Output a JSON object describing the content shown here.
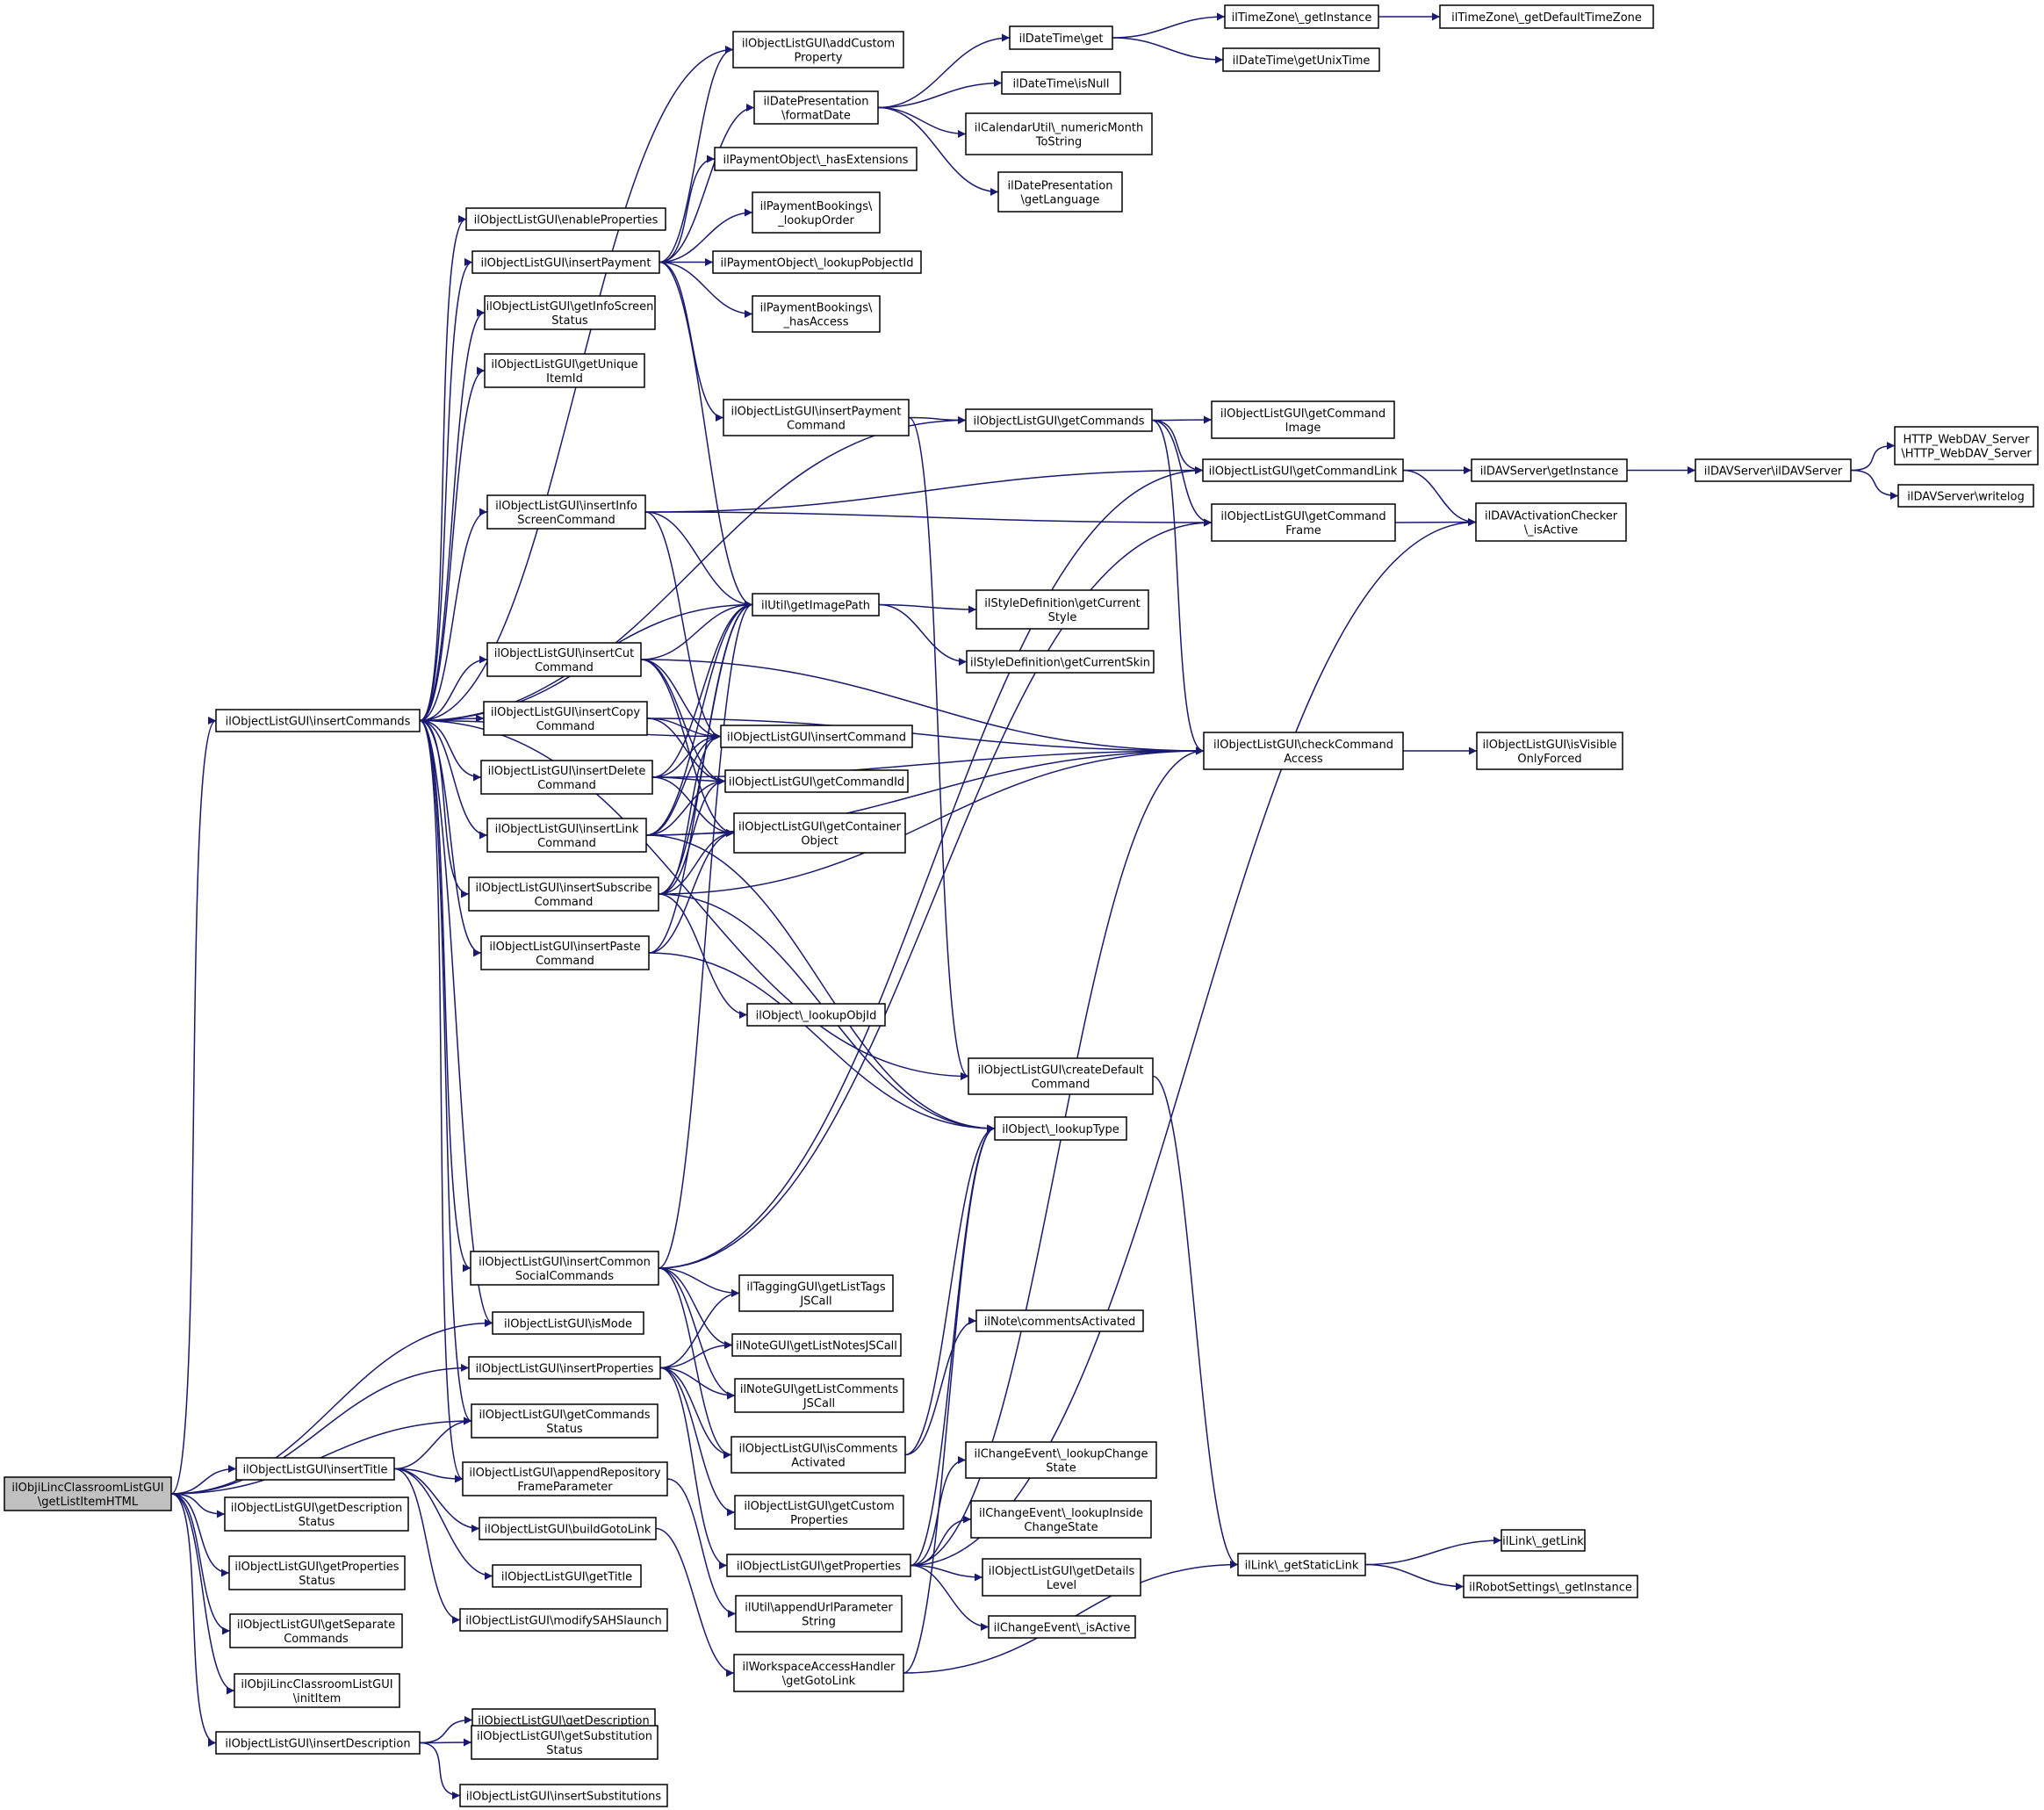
{
  "colors": {
    "edge": "#191970",
    "node_border": "#000000",
    "node_fill": "#ffffff",
    "root_fill": "#c0c0c0"
  },
  "nodes": [
    {
      "id": "root",
      "lines": [
        "ilObjiLincClassroomListGUI",
        "\\getListItemHTML"
      ],
      "root": true
    },
    {
      "id": "insertCommands",
      "lines": [
        "ilObjectListGUI\\insertCommands"
      ]
    },
    {
      "id": "enableProperties",
      "lines": [
        "ilObjectListGUI\\enableProperties"
      ]
    },
    {
      "id": "insertPayment",
      "lines": [
        "ilObjectListGUI\\insertPayment"
      ]
    },
    {
      "id": "getInfoScreenStatus",
      "lines": [
        "ilObjectListGUI\\getInfoScreen",
        "Status"
      ]
    },
    {
      "id": "getUniqueItemId",
      "lines": [
        "ilObjectListGUI\\getUnique",
        "ItemId"
      ]
    },
    {
      "id": "insertInfoScreenCommand",
      "lines": [
        "ilObjectListGUI\\insertInfo",
        "ScreenCommand"
      ]
    },
    {
      "id": "insertCutCommand",
      "lines": [
        "ilObjectListGUI\\insertCut",
        "Command"
      ]
    },
    {
      "id": "insertCopyCommand",
      "lines": [
        "ilObjectListGUI\\insertCopy",
        "Command"
      ]
    },
    {
      "id": "insertDeleteCommand",
      "lines": [
        "ilObjectListGUI\\insertDelete",
        "Command"
      ]
    },
    {
      "id": "insertLinkCommand",
      "lines": [
        "ilObjectListGUI\\insertLink",
        "Command"
      ]
    },
    {
      "id": "insertSubscribeCommand",
      "lines": [
        "ilObjectListGUI\\insertSubscribe",
        "Command"
      ]
    },
    {
      "id": "insertPasteCommand",
      "lines": [
        "ilObjectListGUI\\insertPaste",
        "Command"
      ]
    },
    {
      "id": "insertCommonSocialCommands",
      "lines": [
        "ilObjectListGUI\\insertCommon",
        "SocialCommands"
      ]
    },
    {
      "id": "isMode",
      "lines": [
        "ilObjectListGUI\\isMode"
      ]
    },
    {
      "id": "insertProperties",
      "lines": [
        "ilObjectListGUI\\insertProperties"
      ]
    },
    {
      "id": "getCommandsStatus",
      "lines": [
        "ilObjectListGUI\\getCommands",
        "Status"
      ]
    },
    {
      "id": "insertTitle",
      "lines": [
        "ilObjectListGUI\\insertTitle"
      ]
    },
    {
      "id": "appendRepositoryFrameParameter",
      "lines": [
        "ilObjectListGUI\\appendRepository",
        "FrameParameter"
      ]
    },
    {
      "id": "getDescriptionStatus",
      "lines": [
        "ilObjectListGUI\\getDescription",
        "Status"
      ]
    },
    {
      "id": "buildGotoLink",
      "lines": [
        "ilObjectListGUI\\buildGotoLink"
      ]
    },
    {
      "id": "getPropertiesStatus",
      "lines": [
        "ilObjectListGUI\\getProperties",
        "Status"
      ]
    },
    {
      "id": "getTitle",
      "lines": [
        "ilObjectListGUI\\getTitle"
      ]
    },
    {
      "id": "getSeparateCommands",
      "lines": [
        "ilObjectListGUI\\getSeparate",
        "Commands"
      ]
    },
    {
      "id": "modifySAHSlaunch",
      "lines": [
        "ilObjectListGUI\\modifySAHSlaunch"
      ]
    },
    {
      "id": "initItem",
      "lines": [
        "ilObjiLincClassroomListGUI",
        "\\initItem"
      ]
    },
    {
      "id": "insertDescription",
      "lines": [
        "ilObjectListGUI\\insertDescription"
      ]
    },
    {
      "id": "getDescription",
      "lines": [
        "ilObjectListGUI\\getDescription"
      ]
    },
    {
      "id": "getSubstitutionStatus",
      "lines": [
        "ilObjectListGUI\\getSubstitution",
        "Status"
      ]
    },
    {
      "id": "insertSubstitutions",
      "lines": [
        "ilObjectListGUI\\insertSubstitutions"
      ]
    },
    {
      "id": "addCustomProperty",
      "lines": [
        "ilObjectListGUI\\addCustom",
        "Property"
      ]
    },
    {
      "id": "formatDate",
      "lines": [
        "ilDatePresentation",
        "\\formatDate"
      ]
    },
    {
      "id": "hasExtensions",
      "lines": [
        "ilPaymentObject\\_hasExtensions"
      ]
    },
    {
      "id": "lookupOrder",
      "lines": [
        "ilPaymentBookings\\",
        "_lookupOrder"
      ]
    },
    {
      "id": "lookupPobjectId",
      "lines": [
        "ilPaymentObject\\_lookupPobjectId"
      ]
    },
    {
      "id": "hasAccess",
      "lines": [
        "ilPaymentBookings\\",
        "_hasAccess"
      ]
    },
    {
      "id": "insertPaymentCommand",
      "lines": [
        "ilObjectListGUI\\insertPayment",
        "Command"
      ]
    },
    {
      "id": "getImagePath",
      "lines": [
        "ilUtil\\getImagePath"
      ]
    },
    {
      "id": "insertCommand",
      "lines": [
        "ilObjectListGUI\\insertCommand"
      ]
    },
    {
      "id": "getCommandId",
      "lines": [
        "ilObjectListGUI\\getCommandId"
      ]
    },
    {
      "id": "getContainerObject",
      "lines": [
        "ilObjectListGUI\\getContainer",
        "Object"
      ]
    },
    {
      "id": "lookupObjId",
      "lines": [
        "ilObject\\_lookupObjId"
      ]
    },
    {
      "id": "getListTagsJSCall",
      "lines": [
        "ilTaggingGUI\\getListTags",
        "JSCall"
      ]
    },
    {
      "id": "getListNotesJSCall",
      "lines": [
        "ilNoteGUI\\getListNotesJSCall"
      ]
    },
    {
      "id": "getListCommentsJSCall",
      "lines": [
        "ilNoteGUI\\getListComments",
        "JSCall"
      ]
    },
    {
      "id": "isCommentsActivated",
      "lines": [
        "ilObjectListGUI\\isComments",
        "Activated"
      ]
    },
    {
      "id": "getCustomProperties",
      "lines": [
        "ilObjectListGUI\\getCustom",
        "Properties"
      ]
    },
    {
      "id": "getProperties",
      "lines": [
        "ilObjectListGUI\\getProperties"
      ]
    },
    {
      "id": "appendUrlParameterString",
      "lines": [
        "ilUtil\\appendUrlParameter",
        "String"
      ]
    },
    {
      "id": "getGotoLink",
      "lines": [
        "ilWorkspaceAccessHandler",
        "\\getGotoLink"
      ]
    },
    {
      "id": "dateTimeGet",
      "lines": [
        "ilDateTime\\get"
      ]
    },
    {
      "id": "isNull",
      "lines": [
        "ilDateTime\\isNull"
      ]
    },
    {
      "id": "numericMonthToString",
      "lines": [
        "ilCalendarUtil\\_numericMonth",
        "ToString"
      ]
    },
    {
      "id": "dpGetLanguage",
      "lines": [
        "ilDatePresentation",
        "\\getLanguage"
      ]
    },
    {
      "id": "tzGetInstance",
      "lines": [
        "ilTimeZone\\_getInstance"
      ]
    },
    {
      "id": "getUnixTime",
      "lines": [
        "ilDateTime\\getUnixTime"
      ]
    },
    {
      "id": "getDefaultTimeZone",
      "lines": [
        "ilTimeZone\\_getDefaultTimeZone"
      ]
    },
    {
      "id": "getCommands",
      "lines": [
        "ilObjectListGUI\\getCommands"
      ]
    },
    {
      "id": "getCommandImage",
      "lines": [
        "ilObjectListGUI\\getCommand",
        "Image"
      ]
    },
    {
      "id": "getCommandLink",
      "lines": [
        "ilObjectListGUI\\getCommandLink"
      ]
    },
    {
      "id": "getCommandFrame",
      "lines": [
        "ilObjectListGUI\\getCommand",
        "Frame"
      ]
    },
    {
      "id": "getCurrentStyle",
      "lines": [
        "ilStyleDefinition\\getCurrent",
        "Style"
      ]
    },
    {
      "id": "getCurrentSkin",
      "lines": [
        "ilStyleDefinition\\getCurrentSkin"
      ]
    },
    {
      "id": "checkCommandAccess",
      "lines": [
        "ilObjectListGUI\\checkCommand",
        "Access"
      ]
    },
    {
      "id": "createDefaultCommand",
      "lines": [
        "ilObjectListGUI\\createDefault",
        "Command"
      ]
    },
    {
      "id": "lookupType",
      "lines": [
        "ilObject\\_lookupType"
      ]
    },
    {
      "id": "commentsActivated",
      "lines": [
        "ilNote\\commentsActivated"
      ]
    },
    {
      "id": "lookupChangeState",
      "lines": [
        "ilChangeEvent\\_lookupChange",
        "State"
      ]
    },
    {
      "id": "lookupInsideChangeState",
      "lines": [
        "ilChangeEvent\\_lookupInside",
        "ChangeState"
      ]
    },
    {
      "id": "getDetailsLevel",
      "lines": [
        "ilObjectListGUI\\getDetails",
        "Level"
      ]
    },
    {
      "id": "ceIsActive",
      "lines": [
        "ilChangeEvent\\_isActive"
      ]
    },
    {
      "id": "davGetInstance",
      "lines": [
        "ilDAVServer\\getInstance"
      ]
    },
    {
      "id": "ilDAVServer",
      "lines": [
        "ilDAVServer\\ilDAVServer"
      ]
    },
    {
      "id": "httpWebDAV",
      "lines": [
        "HTTP_WebDAV_Server",
        "\\HTTP_WebDAV_Server"
      ]
    },
    {
      "id": "writelog",
      "lines": [
        "ilDAVServer\\writelog"
      ]
    },
    {
      "id": "davIsActive",
      "lines": [
        "ilDAVActivationChecker",
        "\\_isActive"
      ]
    },
    {
      "id": "isVisibleOnlyForced",
      "lines": [
        "ilObjectListGUI\\isVisible",
        "OnlyForced"
      ]
    },
    {
      "id": "getStaticLink",
      "lines": [
        "ilLink\\_getStaticLink"
      ]
    },
    {
      "id": "getLink",
      "lines": [
        "ilLink\\_getLink"
      ]
    },
    {
      "id": "robotGetInstance",
      "lines": [
        "ilRobotSettings\\_getInstance"
      ]
    }
  ],
  "edges": [
    [
      "root",
      "insertCommands"
    ],
    [
      "root",
      "insertProperties"
    ],
    [
      "root",
      "getCommandsStatus"
    ],
    [
      "root",
      "insertTitle"
    ],
    [
      "root",
      "getDescriptionStatus"
    ],
    [
      "root",
      "getPropertiesStatus"
    ],
    [
      "root",
      "getSeparateCommands"
    ],
    [
      "root",
      "initItem"
    ],
    [
      "root",
      "insertDescription"
    ],
    [
      "root",
      "isMode"
    ],
    [
      "insertCommands",
      "enableProperties"
    ],
    [
      "insertCommands",
      "insertPayment"
    ],
    [
      "insertCommands",
      "getInfoScreenStatus"
    ],
    [
      "insertCommands",
      "getUniqueItemId"
    ],
    [
      "insertCommands",
      "insertInfoScreenCommand"
    ],
    [
      "insertCommands",
      "insertCutCommand"
    ],
    [
      "insertCommands",
      "insertCopyCommand"
    ],
    [
      "insertCommands",
      "insertDeleteCommand"
    ],
    [
      "insertCommands",
      "insertLinkCommand"
    ],
    [
      "insertCommands",
      "insertSubscribeCommand"
    ],
    [
      "insertCommands",
      "insertPasteCommand"
    ],
    [
      "insertCommands",
      "insertCommonSocialCommands"
    ],
    [
      "insertCommands",
      "isMode"
    ],
    [
      "insertCommands",
      "getCommandsStatus"
    ],
    [
      "insertCommands",
      "appendRepositoryFrameParameter"
    ],
    [
      "insertCommands",
      "addCustomProperty"
    ],
    [
      "insertCommands",
      "getCommands"
    ],
    [
      "insertCommands",
      "getImagePath"
    ],
    [
      "insertCommands",
      "insertCommand"
    ],
    [
      "insertCommands",
      "createDefaultCommand"
    ],
    [
      "insertPayment",
      "addCustomProperty"
    ],
    [
      "insertPayment",
      "formatDate"
    ],
    [
      "insertPayment",
      "hasExtensions"
    ],
    [
      "insertPayment",
      "lookupOrder"
    ],
    [
      "insertPayment",
      "lookupPobjectId"
    ],
    [
      "insertPayment",
      "hasAccess"
    ],
    [
      "insertPayment",
      "insertPaymentCommand"
    ],
    [
      "insertPayment",
      "getImagePath"
    ],
    [
      "formatDate",
      "dateTimeGet"
    ],
    [
      "formatDate",
      "isNull"
    ],
    [
      "formatDate",
      "numericMonthToString"
    ],
    [
      "formatDate",
      "dpGetLanguage"
    ],
    [
      "dateTimeGet",
      "tzGetInstance"
    ],
    [
      "dateTimeGet",
      "getUnixTime"
    ],
    [
      "tzGetInstance",
      "getDefaultTimeZone"
    ],
    [
      "insertPaymentCommand",
      "getCommands"
    ],
    [
      "insertPaymentCommand",
      "createDefaultCommand"
    ],
    [
      "getCommands",
      "getCommandImage"
    ],
    [
      "getCommands",
      "getCommandLink"
    ],
    [
      "getCommands",
      "getCommandFrame"
    ],
    [
      "getCommands",
      "checkCommandAccess"
    ],
    [
      "getCommandLink",
      "davGetInstance"
    ],
    [
      "getCommandLink",
      "davIsActive"
    ],
    [
      "getCommandFrame",
      "davIsActive"
    ],
    [
      "davGetInstance",
      "ilDAVServer"
    ],
    [
      "ilDAVServer",
      "httpWebDAV"
    ],
    [
      "ilDAVServer",
      "writelog"
    ],
    [
      "insertInfoScreenCommand",
      "getCommandLink"
    ],
    [
      "insertInfoScreenCommand",
      "getCommandFrame"
    ],
    [
      "insertInfoScreenCommand",
      "getImagePath"
    ],
    [
      "insertInfoScreenCommand",
      "insertCommand"
    ],
    [
      "getImagePath",
      "getCurrentStyle"
    ],
    [
      "getImagePath",
      "getCurrentSkin"
    ],
    [
      "insertCutCommand",
      "getImagePath"
    ],
    [
      "insertCutCommand",
      "insertCommand"
    ],
    [
      "insertCutCommand",
      "getCommandId"
    ],
    [
      "insertCutCommand",
      "getContainerObject"
    ],
    [
      "insertCutCommand",
      "checkCommandAccess"
    ],
    [
      "insertCopyCommand",
      "insertCommand"
    ],
    [
      "insertCopyCommand",
      "getCommandId"
    ],
    [
      "insertCopyCommand",
      "checkCommandAccess"
    ],
    [
      "insertDeleteCommand",
      "getImagePath"
    ],
    [
      "insertDeleteCommand",
      "insertCommand"
    ],
    [
      "insertDeleteCommand",
      "getCommandId"
    ],
    [
      "insertDeleteCommand",
      "getContainerObject"
    ],
    [
      "insertDeleteCommand",
      "checkCommandAccess"
    ],
    [
      "insertLinkCommand",
      "getImagePath"
    ],
    [
      "insertLinkCommand",
      "insertCommand"
    ],
    [
      "insertLinkCommand",
      "getCommandId"
    ],
    [
      "insertLinkCommand",
      "getContainerObject"
    ],
    [
      "insertLinkCommand",
      "checkCommandAccess"
    ],
    [
      "insertLinkCommand",
      "lookupType"
    ],
    [
      "insertSubscribeCommand",
      "getImagePath"
    ],
    [
      "insertSubscribeCommand",
      "insertCommand"
    ],
    [
      "insertSubscribeCommand",
      "getCommandId"
    ],
    [
      "insertSubscribeCommand",
      "getContainerObject"
    ],
    [
      "insertSubscribeCommand",
      "checkCommandAccess"
    ],
    [
      "insertSubscribeCommand",
      "lookupObjId"
    ],
    [
      "insertSubscribeCommand",
      "lookupType"
    ],
    [
      "insertPasteCommand",
      "getImagePath"
    ],
    [
      "insertPasteCommand",
      "getContainerObject"
    ],
    [
      "insertPasteCommand",
      "lookupType"
    ],
    [
      "checkCommandAccess",
      "isVisibleOnlyForced"
    ],
    [
      "createDefaultCommand",
      "getStaticLink"
    ],
    [
      "getStaticLink",
      "getLink"
    ],
    [
      "getStaticLink",
      "robotGetInstance"
    ],
    [
      "insertCommonSocialCommands",
      "getImagePath"
    ],
    [
      "insertCommonSocialCommands",
      "getCommandLink"
    ],
    [
      "insertCommonSocialCommands",
      "getCommandFrame"
    ],
    [
      "insertCommonSocialCommands",
      "getListTagsJSCall"
    ],
    [
      "insertCommonSocialCommands",
      "getListNotesJSCall"
    ],
    [
      "insertCommonSocialCommands",
      "getListCommentsJSCall"
    ],
    [
      "insertCommonSocialCommands",
      "isCommentsActivated"
    ],
    [
      "insertProperties",
      "getListTagsJSCall"
    ],
    [
      "insertProperties",
      "getListNotesJSCall"
    ],
    [
      "insertProperties",
      "getListCommentsJSCall"
    ],
    [
      "insertProperties",
      "isCommentsActivated"
    ],
    [
      "insertProperties",
      "getCustomProperties"
    ],
    [
      "insertProperties",
      "getProperties"
    ],
    [
      "isCommentsActivated",
      "commentsActivated"
    ],
    [
      "isCommentsActivated",
      "lookupType"
    ],
    [
      "getProperties",
      "lookupChangeState"
    ],
    [
      "getProperties",
      "lookupInsideChangeState"
    ],
    [
      "getProperties",
      "getDetailsLevel"
    ],
    [
      "getProperties",
      "ceIsActive"
    ],
    [
      "getProperties",
      "lookupType"
    ],
    [
      "getProperties",
      "checkCommandAccess"
    ],
    [
      "getProperties",
      "davIsActive"
    ],
    [
      "insertTitle",
      "getCommandsStatus"
    ],
    [
      "insertTitle",
      "appendRepositoryFrameParameter"
    ],
    [
      "insertTitle",
      "buildGotoLink"
    ],
    [
      "insertTitle",
      "getTitle"
    ],
    [
      "insertTitle",
      "modifySAHSlaunch"
    ],
    [
      "appendRepositoryFrameParameter",
      "appendUrlParameterString"
    ],
    [
      "buildGotoLink",
      "getGotoLink"
    ],
    [
      "getGotoLink",
      "getStaticLink"
    ],
    [
      "getGotoLink",
      "lookupType"
    ],
    [
      "insertDescription",
      "getDescription"
    ],
    [
      "insertDescription",
      "getSubstitutionStatus"
    ],
    [
      "insertDescription",
      "insertSubstitutions"
    ]
  ]
}
